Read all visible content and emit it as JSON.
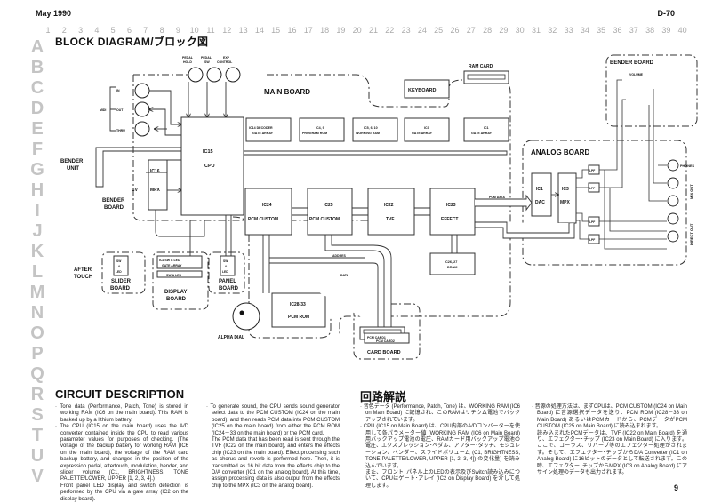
{
  "header": {
    "date": "May  1990",
    "code": "D-70",
    "page_number": "9"
  },
  "grid": {
    "columns": [
      "1",
      "2",
      "3",
      "4",
      "5",
      "6",
      "7",
      "8",
      "9",
      "10",
      "11",
      "12",
      "13",
      "14",
      "15",
      "16",
      "17",
      "18",
      "19",
      "20",
      "21",
      "22",
      "23",
      "24",
      "25",
      "26",
      "27",
      "28",
      "29",
      "30",
      "31",
      "32",
      "33",
      "34",
      "35",
      "36",
      "37",
      "38",
      "39",
      "40"
    ],
    "rows": [
      "A",
      "B",
      "C",
      "D",
      "E",
      "F",
      "G",
      "H",
      "I",
      "J",
      "K",
      "L",
      "M",
      "N",
      "O",
      "P",
      "Q",
      "R",
      "S",
      "T",
      "U",
      "V"
    ]
  },
  "diagram": {
    "title": "BLOCK  DIAGRAM/ブロック図",
    "boards": {
      "main": "MAIN BOARD",
      "analog": "ANALOG BOARD",
      "bender_right": "BENDER BOARD",
      "bender_left": [
        "BENDER",
        "BOARD"
      ],
      "slider": [
        "SLIDER",
        "BOARD"
      ],
      "display": [
        "DISPLAY",
        "BOARD"
      ],
      "panel": [
        "PANEL",
        "BOARD"
      ],
      "card": "CARD BOARD"
    },
    "blocks": {
      "cpu": [
        "IC15",
        "CPU"
      ],
      "mpx16": [
        "IC16",
        "MPX"
      ],
      "decoder": [
        "IC14 DECODER",
        "GATE ARRAY"
      ],
      "prog_rom": [
        "IC4, 9",
        "PROGRAM ROM"
      ],
      "work_ram": [
        "IC5, 6, 10",
        "WORKING RAM"
      ],
      "ga3": [
        "IC3",
        "GATE ARRAY"
      ],
      "ga1": [
        "IC1",
        "GATE ARRAY"
      ],
      "keyboard": "KEYBOARD",
      "ram_card": "RAM CARD",
      "pcm24": [
        "IC24",
        "PCM CUSTOM"
      ],
      "pcm25": [
        "IC25",
        "PCM CUSTOM"
      ],
      "tvf": [
        "IC22",
        "TVF"
      ],
      "effect": [
        "IC23",
        "EFFECT"
      ],
      "dram": [
        "IC26, 27",
        "DRAM"
      ],
      "pcm_rom": [
        "IC28-33",
        "PCM ROM"
      ],
      "dac": [
        "IC1",
        "DAC"
      ],
      "mpx3": [
        "IC3",
        "MPX"
      ],
      "lpf": "LPF",
      "ic2": [
        "IC2 SW & LED",
        "GATE ARRAY"
      ],
      "sw_led_bar": "SW & LED",
      "sw_led": [
        "SW",
        "&",
        "LED"
      ],
      "pcm_card1": "PCM CARD1",
      "pcm_card2": "PCM CARD2"
    },
    "labels": {
      "pedal_hold": [
        "PEDAL",
        "HOLD"
      ],
      "pedal_sw": [
        "PEDAL",
        "SW"
      ],
      "exp_control": [
        "EXP",
        "CONTROL"
      ],
      "midi": "MIDI",
      "midi_in": "IN",
      "midi_out": "OUT",
      "midi_thru": "THRU",
      "bender_unit": [
        "BENDER",
        "UNIT"
      ],
      "cv": "CV",
      "after_touch": [
        "AFTER",
        "TOUCH"
      ],
      "alpha_dial": "ALPHA DIAL",
      "address": "ADDRES",
      "data": "DATA",
      "pcm_data": "PCM DATA",
      "volume": "VOLUME",
      "phones": "PHONES",
      "mix_out": "MIX OUT",
      "direct_out": "DIRECT OUT",
      "l": "L",
      "r": "R"
    }
  },
  "circuit_description": {
    "title": "CIRCUIT  DESCRIPTION",
    "col1": [
      "· Tone data (Performance, Patch, Tone) is stored in working RAM (IC6 on the main board). This RAM is backed up by a lithium battery.",
      "· The CPU (IC15 on the main board) uses the A/D converter contained inside the CPU to read various parameter values for purposes of checking. (The voltage of the backup battery for working RAM (IC6 on the main board), the voltage of the RAM card backup battery, and changes in the position of the expression pedal, aftertouch, modulation, bender, and slider volume (C1, BRIGHTNESS, TONE PALETTE/LOWER, UPPER [1, 2, 3, 4].)",
      "Front panel LED display and switch detection is performed by the CPU via a gate array (IC2 on the display board)."
    ],
    "col2": [
      "· To generate sound, the CPU sends sound generator select data to the PCM CUSTOM (IC24 on the main board), and then reads PCM data into PCM CUSTOM (IC25 on the main board) from either the PCM ROM (IC24－33 on the main board) or the PCM card.",
      "The PCM data that has been read is sent through the TVF (IC22 on the main board), and enters the effects chip (IC23 on the main board). Effect processing such as chorus and reverb is performed here. Then, it is transmitted as 16 bit data from the effects chip to the D/A converter (IC1 on the analog board). At this time, assign processing data is also output from the effects chip to the MPX (IC3 on the analog board)."
    ]
  },
  "jp_description": {
    "title": "回路解説",
    "col1": [
      "· 音色データ (Performance, Patch, Tone) は、WORKING RAM (IC6 on Main Board) に記憶され、このRAMはリチウム電池でバックアップされています。",
      "· CPU (IC15 on Main Board) は、CPU内部のA/Dコンバーターを使用して各パラメーター値 (WORKING RAM (IC6 on Main Board) 用バックアップ電池の電圧、RAMカード用バックアップ電池の電圧、エクスプレッション･ペダル、アフター･タッチ、モジュレーション、ベンダー、スライドボリューム (C1, BRIGHTNESS, TONE PALETTE/LOWER, UPPER [1, 2, 3, 4]) の変化量) を読み込んでいます。",
      "また、フロント･パネル上のLEDの表示及びSwitch読み込みについて、CPUはゲート･アレイ (IC2 on Display Board) を介して処理します。"
    ],
    "col2": [
      "· 音源の処理方法は、まずCPUは、PCM CUSTOM (IC24 on Main Board) に音源選択データを送り、PCM ROM (IC28－33 on Main Board) あるいはPCMカードから、PCMデータがPCM CUSTOM (IC25 on Main Board) に読み込まれます。",
      "読み込まれたPCMデータは、TVF (IC22 on Main Board) を通り、エフェクター･チップ (IC23 on Main Board) に入ります。ここで、コーラス、リバーブ等のエフェクター処理がされます。そして、エフェクター･チップからD/A Converter (IC1 on Analog Board) に16ビットのデータとして転送されます。この時、エフェクター･チップからMPX (IC3 on Analog Board) にアサイン処理のデータも出力されます。"
    ]
  }
}
